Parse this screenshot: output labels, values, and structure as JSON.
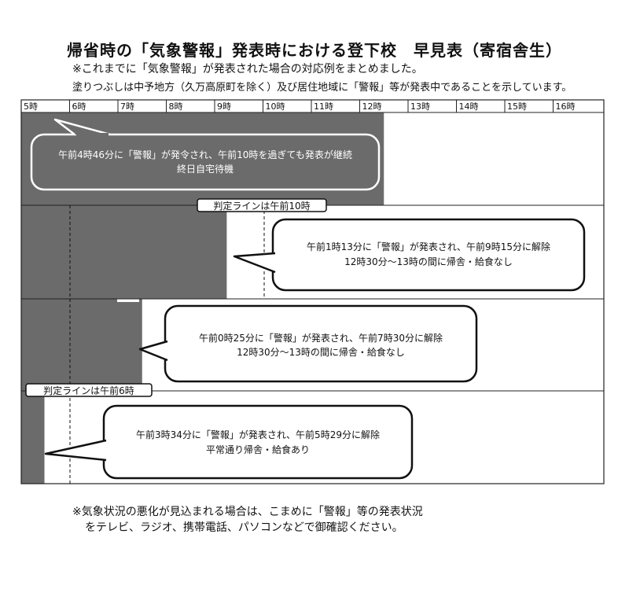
{
  "title": "帰省時の「気象警報」発表時における登下校　早見表（寄宿舎生）",
  "subtitle1": "※これまでに「気象警報」が発表された場合の対応例をまとめました。",
  "subtitle2": "塗りつぶしは中予地方（久万高原町を除く）及び居住地域に「警報」等が発表中であることを示しています。",
  "hours": [
    "5時",
    "6時",
    "7時",
    "8時",
    "9時",
    "10時",
    "11時",
    "12時",
    "13時",
    "14時",
    "15時",
    "16時"
  ],
  "judge_line_10": "判定ラインは午前10時",
  "judge_line_6": "判定ラインは午前6時",
  "colors": {
    "shade": "#6b6b6b",
    "grid": "#222222",
    "background": "#ffffff"
  },
  "cases": [
    {
      "shaded_until_hour": 12.5,
      "text1": "午前4時46分に「警報」が発令され、午前10時を過ぎても発表が継続",
      "text2": "終日自宅待機"
    },
    {
      "shaded_until_hour": 9.25,
      "text1": "午前1時13分に「警報」が発表され、午前9時15分に解除",
      "text2": "12時30分～13時の間に帰舎・給食なし"
    },
    {
      "shaded_until_hour": 7.5,
      "text1": "午前0時25分に「警報」が発表され、午前7時30分に解除",
      "text2": "12時30分～13時の間に帰舎・給食なし"
    },
    {
      "shaded_until_hour": 5.48,
      "text1": "午前3時34分に「警報」が発表され、午前5時29分に解除",
      "text2": "平常通り帰舎・給食あり"
    }
  ],
  "footer1": "※気象状況の悪化が見込まれる場合は、こまめに「警報」等の発表状況",
  "footer2": "をテレビ、ラジオ、携帯電話、パソコンなどで御確認ください。"
}
